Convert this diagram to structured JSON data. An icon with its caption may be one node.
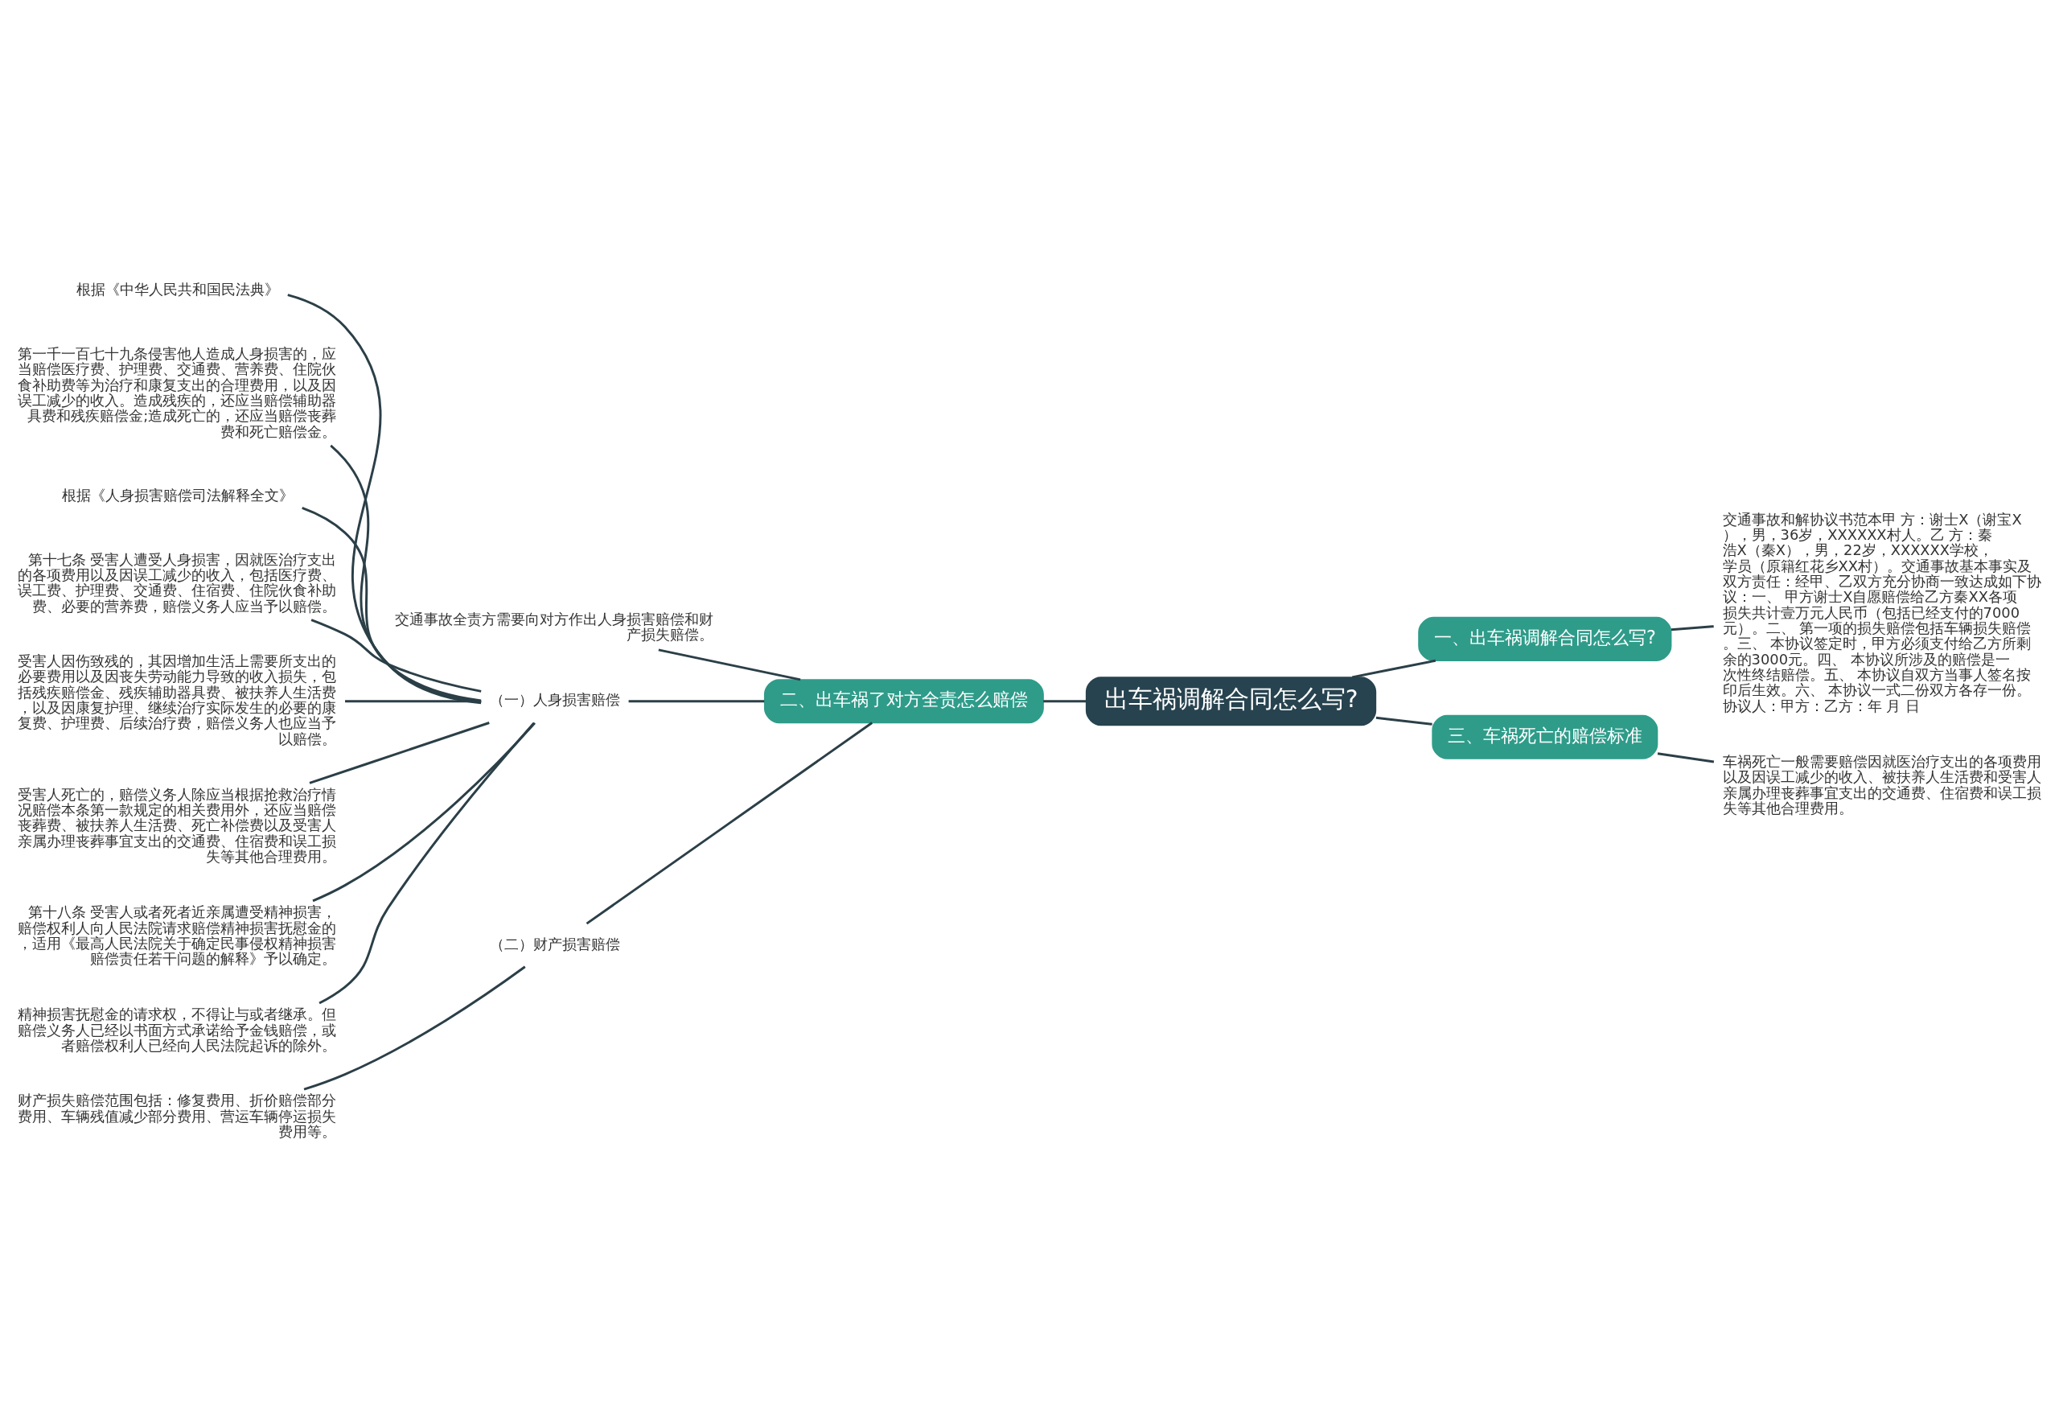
{
  "diagram": {
    "nodes": [
      {
        "text": [
          "出车祸调解合同怎么写?"
        ]
      },
      {
        "text": [
          "一、出车祸调解合同怎么写?"
        ]
      },
      {
        "text": [
          "交通事故和解协议书范本甲 方：谢士X（谢宝X），男，36岁，XXXXXX村人。乙 方：秦浩X（秦X），男，22岁，XXXXXX学校，学员（原籍红花乡XX村）。交通事故基本事实及双方责任：经甲、乙双方充分协商一致达成如下协议：一、 甲方谢士X自愿赔偿给乙方秦XX各项损失共计壹万元人民币（包括已经支付的7000元）。二、 第一项的损失赔偿包括车辆损失赔偿。三、 本协议签定时，甲方必须支付给乙方所剩余的3000元。四、 本协议所涉及的赔偿是一次性终结赔偿。五、 本协议自双方当事人签名按印后生效。六、 本协议一式二份双方各存一份。协议人：甲方：乙方：年 月 日"
        ]
      },
      {
        "text": [
          "二、出车祸了对方全责怎么赔偿"
        ]
      },
      {
        "text": [
          "交通事故全责方需要向对方作出人身损害赔偿和财产损失赔偿。"
        ]
      },
      {
        "text": [
          "（一）人身损害赔偿"
        ]
      },
      {
        "text": [
          "根据《中华人民共和国民法典》"
        ]
      },
      {
        "text": [
          "第一千一百七十九条侵害他人造成人身损害的，应当赔偿医疗费、护理费、交通费、营养费、住院伙食补助费等为治疗和康复支出的合理费用，以及因误工减少的收入。造成残疾的，还应当赔偿辅助器具费和残疾赔偿金;造成死亡的，还应当赔偿丧葬费和死亡赔偿金。"
        ]
      },
      {
        "text": [
          "根据《人身损害赔偿司法解释全文》"
        ]
      },
      {
        "text": [
          "第十七条 受害人遭受人身损害，因就医治疗支出的各项费用以及因误工减少的收入，包括医疗费、误工费、护理费、交通费、住宿费、住院伙食补助费、必要的营养费，赔偿义务人应当予以赔偿。"
        ]
      },
      {
        "text": [
          "受害人因伤致残的，其因增加生活上需要所支出的必要费用以及因丧失劳动能力导致的收入损失，包括残疾赔偿金、残疾辅助器具费、被扶养人生活费，以及因康复护理、继续治疗实际发生的必要的康复费、护理费、后续治疗费，赔偿义务人也应当予以赔偿。"
        ]
      },
      {
        "text": [
          "受害人死亡的，赔偿义务人除应当根据抢救治疗情况赔偿本条第一款规定的相关费用外，还应当赔偿丧葬费、被扶养人生活费、死亡补偿费以及受害人亲属办理丧葬事宜支出的交通费、住宿费和误工损失等其他合理费用。"
        ]
      },
      {
        "text": [
          "第十八条 受害人或者死者近亲属遭受精神损害，赔偿权利人向人民法院请求赔偿精神损害抚慰金的，适用《最高人民法院关于确定民事侵权精神损害赔偿责任若干问题的解释》予以确定。"
        ]
      },
      {
        "text": [
          "精神损害抚慰金的请求权，不得让与或者继承。但赔偿义务人已经以书面方式承诺给予金钱赔偿，或者赔偿权利人已经向人民法院起诉的除外。"
        ]
      },
      {
        "text": [
          "（二）财产损害赔偿"
        ]
      },
      {
        "text": [
          "财产损失赔偿范围包括：修复费用、折价赔偿部分费用、车辆残值减少部分费用、营运车辆停运损失费用等。"
        ]
      },
      {
        "text": [
          "三、车祸死亡的赔偿标准"
        ]
      },
      {
        "text": [
          "车祸死亡一般需要赔偿因就医治疗支出的各项费用以及因误工减少的收入、被扶养人生活费和受害人亲属办理丧葬事宜支出的交通费、住宿费和误工损失等其他合理费用。"
        ]
      }
    ],
    "edges": [
      {
        "from": 0,
        "to": 1,
        "arrow": "none"
      },
      {
        "from": 1,
        "to": 2,
        "arrow": "none"
      },
      {
        "from": 0,
        "to": 3,
        "arrow": "none"
      },
      {
        "from": 3,
        "to": 4,
        "arrow": "none"
      },
      {
        "from": 3,
        "to": 5,
        "arrow": "none"
      },
      {
        "from": 5,
        "to": 6,
        "arrow": "none"
      },
      {
        "from": 5,
        "to": 7,
        "arrow": "none"
      },
      {
        "from": 5,
        "to": 8,
        "arrow": "none"
      },
      {
        "from": 5,
        "to": 9,
        "arrow": "none"
      },
      {
        "from": 5,
        "to": 10,
        "arrow": "none"
      },
      {
        "from": 5,
        "to": 11,
        "arrow": "none"
      },
      {
        "from": 5,
        "to": 12,
        "arrow": "none"
      },
      {
        "from": 5,
        "to": 13,
        "arrow": "none"
      },
      {
        "from": 3,
        "to": 14,
        "arrow": "none"
      },
      {
        "from": 14,
        "to": 15,
        "arrow": "none"
      },
      {
        "from": 0,
        "to": 16,
        "arrow": "none"
      },
      {
        "from": 16,
        "to": 17,
        "arrow": "none"
      }
    ]
  }
}
